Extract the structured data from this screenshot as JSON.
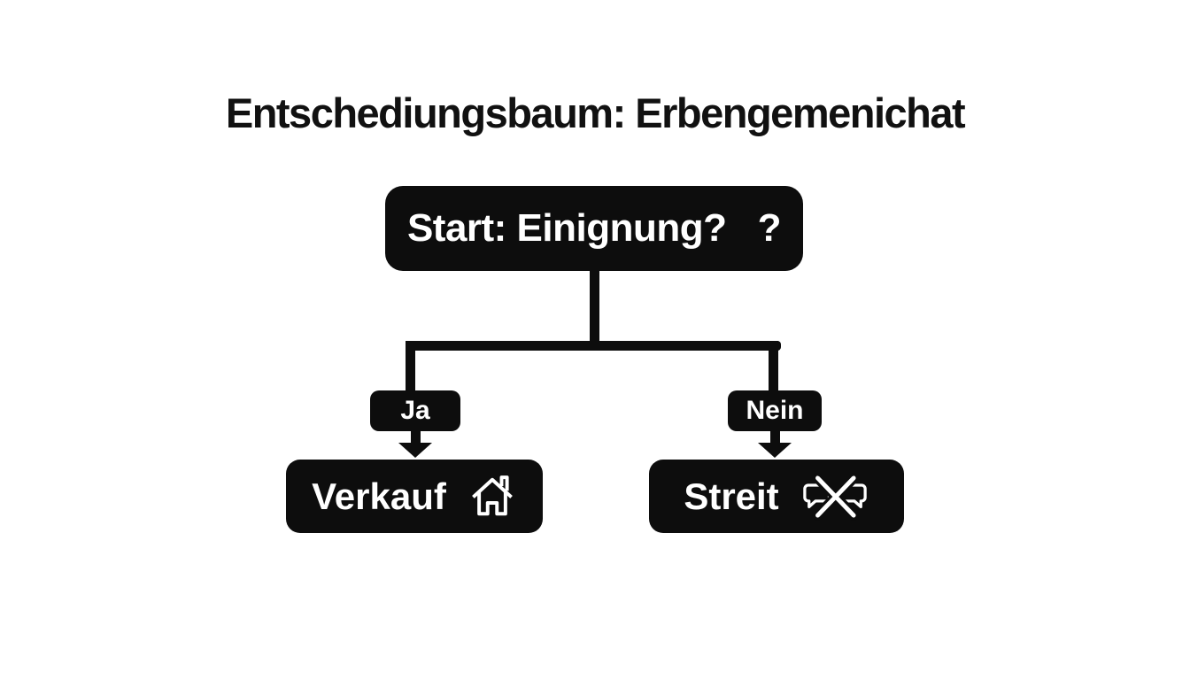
{
  "colors": {
    "box_background": "#0d0d0d",
    "box_text": "#ffffff",
    "title_text": "#111111",
    "page_background": "#ffffff"
  },
  "title": "Entschediungsbaum: Erbengemenichat",
  "tree": {
    "root": {
      "label": "Start: Einignung?   ?"
    },
    "branches": [
      {
        "condition": "Ja",
        "outcome": "Verkauf",
        "icon": "house-icon"
      },
      {
        "condition": "Nein",
        "outcome": "Streit",
        "icon": "crossed-speech-bubbles-icon"
      }
    ]
  }
}
